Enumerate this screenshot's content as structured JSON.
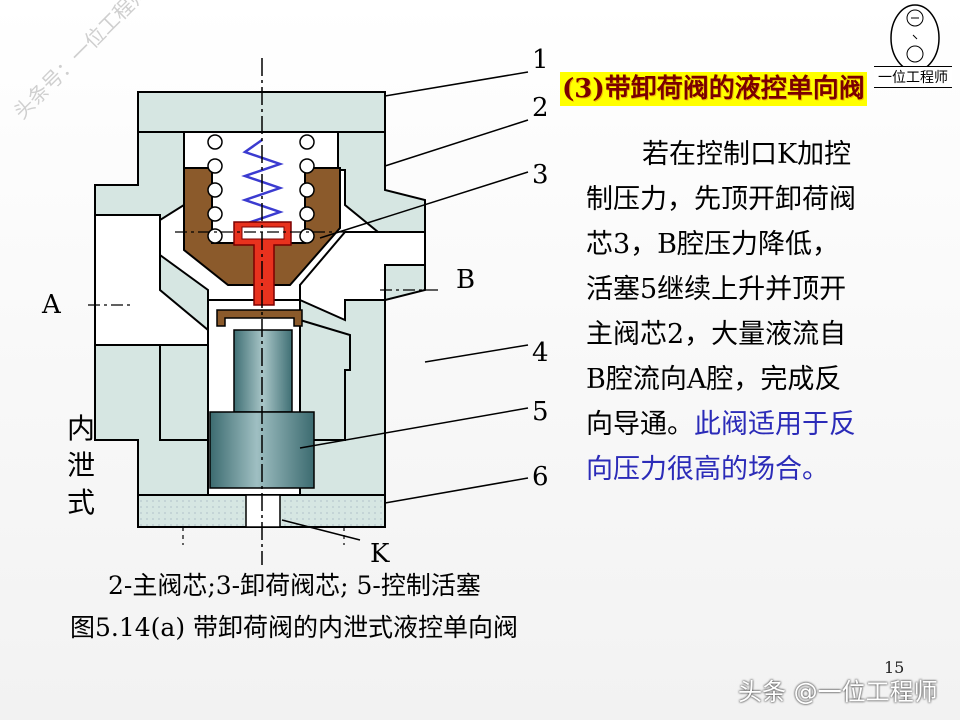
{
  "title": "(3)带卸荷阀的液控单向阀",
  "body_lines": [
    "若在控制口K加控",
    "制压力，先顶开卸荷阀",
    "芯3，B腔压力降低，",
    "活塞5继续上升并顶开",
    "主阀芯2，大量液流自",
    "B腔流向A腔，完成反",
    "向导通。",
    "此阀适用于反",
    "向压力很高的场合。"
  ],
  "diagram_labels": {
    "n1": "1",
    "n2": "2",
    "n3": "3",
    "n4": "4",
    "n5": "5",
    "n6": "6",
    "A": "A",
    "B": "B",
    "K": "K",
    "vertical": "内泄式"
  },
  "caption_parts": "2-主阀芯;3-卸荷阀芯; 5-控制活塞",
  "caption_figure": "图5.14(a)    带卸荷阀的内泄式液控单向阀",
  "page_number": "15",
  "watermark_bottom": "头条 @一位工程师",
  "watermark_diagonal": "头条号：一位工程师",
  "logo_text": "一位工程师",
  "colors": {
    "body_fill": "#d6e6e2",
    "poppet_brown": "#8b5a2b",
    "valve_red": "#e8321e",
    "piston_teal": "#5f8f93",
    "highlight_text": "#2b2bb8",
    "title_bg": "#ffff00",
    "title_text": "#7a0000"
  }
}
